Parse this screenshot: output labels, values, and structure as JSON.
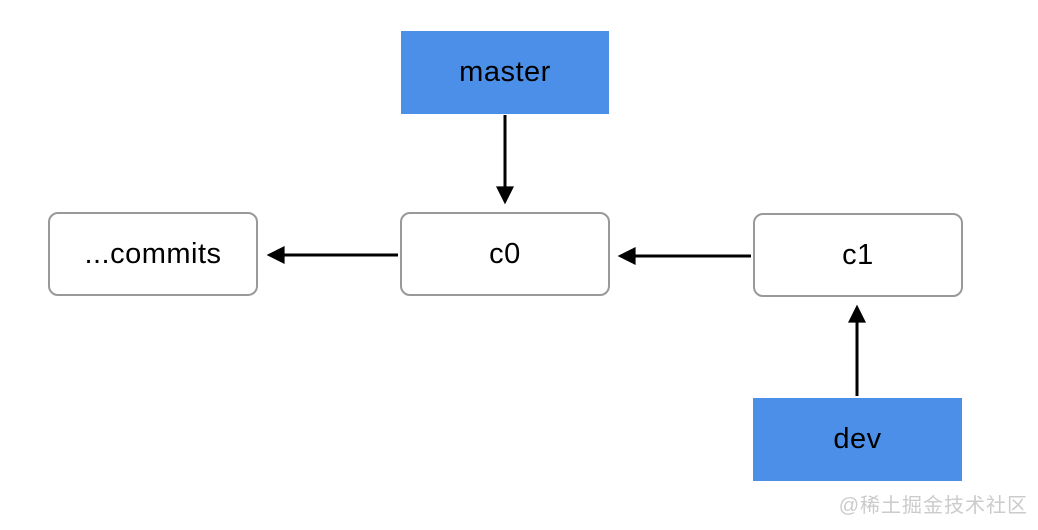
{
  "diagram": {
    "description": "git branch pointer diagram",
    "nodes": {
      "master": {
        "label": "master",
        "type": "branch"
      },
      "commits": {
        "label": "...commits",
        "type": "commit"
      },
      "c0": {
        "label": "c0",
        "type": "commit"
      },
      "c1": {
        "label": "c1",
        "type": "commit"
      },
      "dev": {
        "label": "dev",
        "type": "branch"
      }
    },
    "edges": [
      {
        "from": "master",
        "to": "c0",
        "direction": "down"
      },
      {
        "from": "c0",
        "to": "commits",
        "direction": "left"
      },
      {
        "from": "c1",
        "to": "c0",
        "direction": "left"
      },
      {
        "from": "dev",
        "to": "c1",
        "direction": "up"
      }
    ],
    "colors": {
      "branch_fill": "#4B8FE8",
      "commit_border": "#999999",
      "arrow": "#000000",
      "text": "#000000",
      "watermark": "#CBCBCB"
    },
    "watermark": "@稀土掘金技术社区"
  }
}
